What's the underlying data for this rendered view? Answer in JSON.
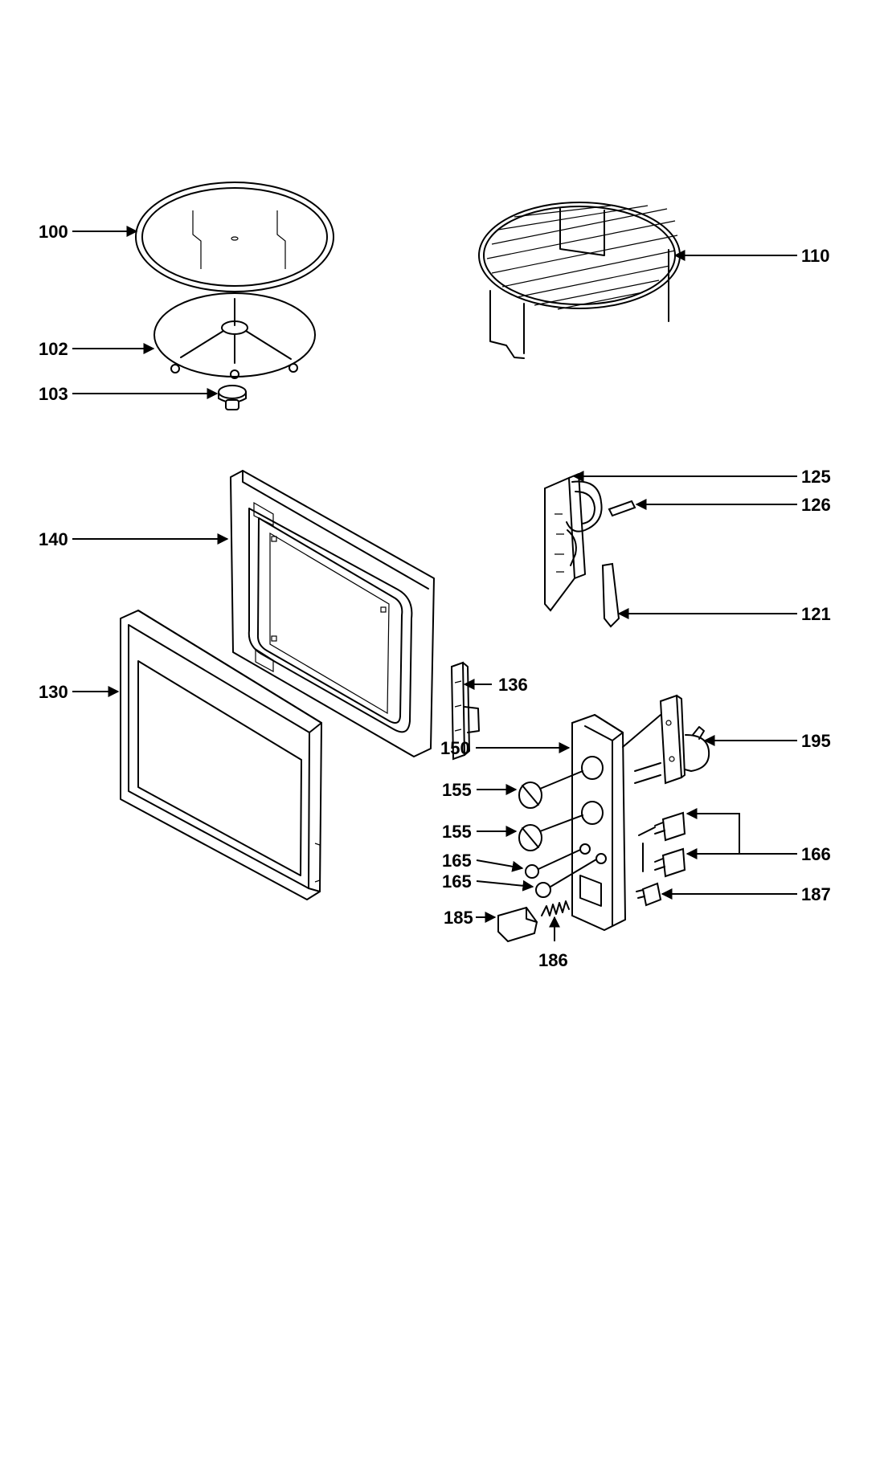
{
  "callouts": {
    "c100": "100",
    "c102": "102",
    "c103": "103",
    "c110": "110",
    "c125": "125",
    "c126": "126",
    "c121": "121",
    "c140": "140",
    "c130": "130",
    "c136": "136",
    "c150": "150",
    "c195": "195",
    "c155a": "155",
    "c155b": "155",
    "c165a": "165",
    "c165b": "165",
    "c166": "166",
    "c187": "187",
    "c185": "185",
    "c186": "186"
  }
}
